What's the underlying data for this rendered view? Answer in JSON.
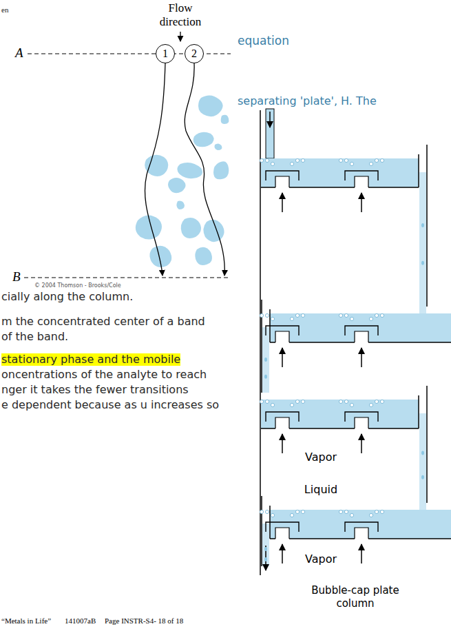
{
  "diagram": {
    "caption": "Bubble-cap plate column",
    "nodes": [
      {
        "text": [
          "1"
        ]
      },
      {
        "text": [
          "2"
        ]
      }
    ],
    "labels": [
      "en",
      "Flow direction",
      "equation",
      "A",
      "separating 'plate', H. The",
      "B",
      "© 2004 Thomson - Brooks/Cole",
      "cially along the column.",
      "m the concentrated center of a band",
      "of the band.",
      "stationary phase and the mobile",
      "oncentrations of the analyte to reach",
      "nger it takes the fewer transitions",
      "e dependent because as u increases so",
      "Vapor",
      "Liquid",
      "Vapor",
      "“Metals in Life”",
      "141007aB",
      "Page INSTR-S4- 18 of 18"
    ]
  }
}
